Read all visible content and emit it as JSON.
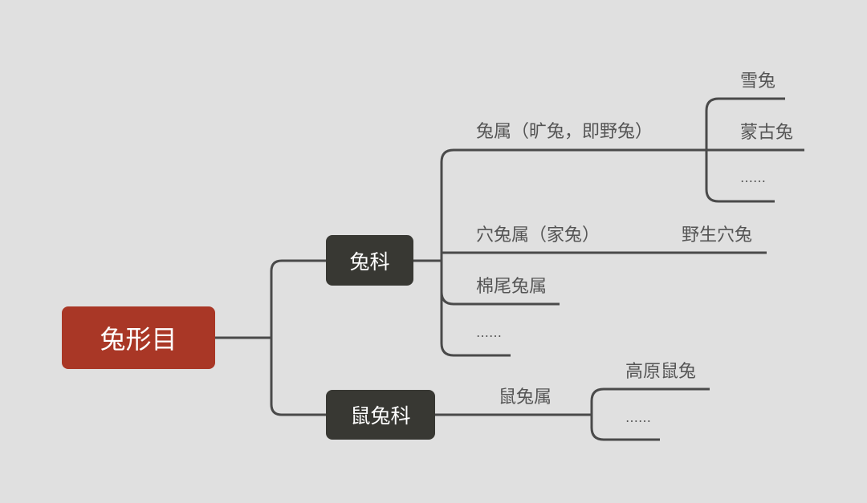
{
  "root": "兔形目",
  "families": [
    {
      "name": "兔科",
      "genera": [
        {
          "name": "兔属（旷兔，即野兔）",
          "species": [
            "雪兔",
            "蒙古兔",
            "……"
          ]
        },
        {
          "name": "穴兔属（家兔）",
          "species": [
            "野生穴兔"
          ]
        },
        {
          "name": "棉尾兔属",
          "species": []
        },
        {
          "name": "……",
          "species": []
        }
      ]
    },
    {
      "name": "鼠兔科",
      "genera": [
        {
          "name": "鼠兔属",
          "species": [
            "高原鼠兔",
            "……"
          ]
        }
      ]
    }
  ],
  "colors": {
    "root": "#a93726",
    "family": "#383833",
    "line": "#4a4a4a",
    "text": "#555555"
  }
}
